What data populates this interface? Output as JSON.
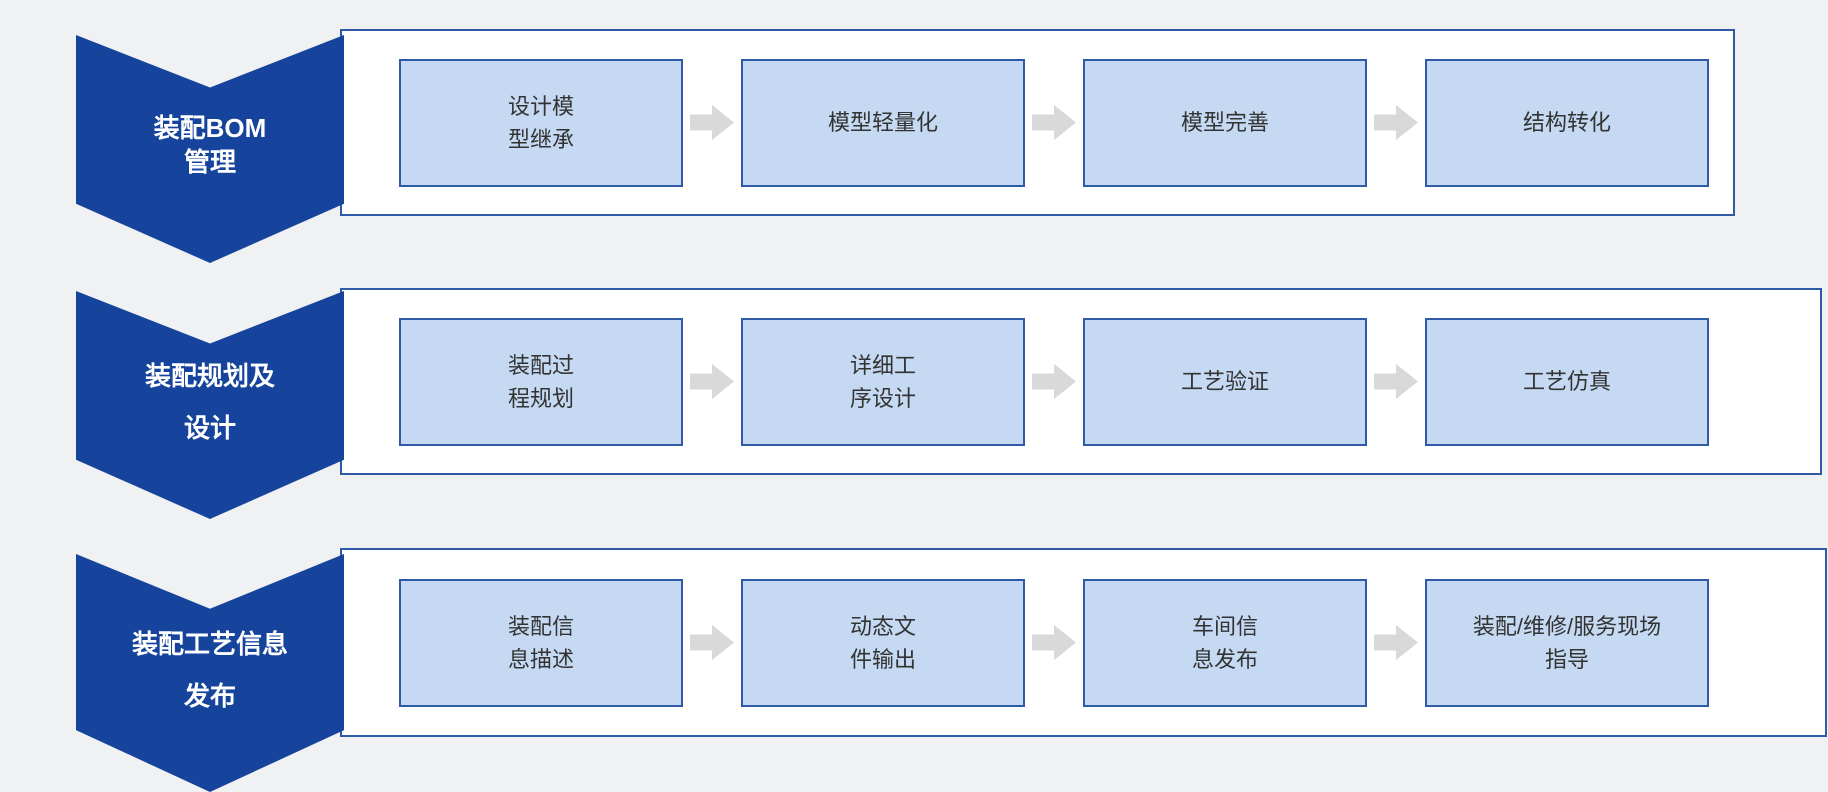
{
  "colors": {
    "background": "#f0f1f3",
    "chevron": "#16449c",
    "container_border": "#2e5aa8",
    "box_fill": "#c5d9f2",
    "box_border": "#2e5aa8",
    "box_text": "#333333",
    "arrow": "#d9d9d9"
  },
  "rows": [
    {
      "label": "装配BOM\n管理",
      "steps": [
        "设计模\n型继承",
        "模型轻量化",
        "模型完善",
        "结构转化"
      ]
    },
    {
      "label": "装配规划及\n设计",
      "steps": [
        "装配过\n程规划",
        "详细工\n序设计",
        "工艺验证",
        "工艺仿真"
      ]
    },
    {
      "label": "装配工艺信息\n发布",
      "steps": [
        "装配信\n息描述",
        "动态文\n件输出",
        "车间信\n息发布",
        "装配/维修/服务现场\n指导"
      ]
    }
  ]
}
